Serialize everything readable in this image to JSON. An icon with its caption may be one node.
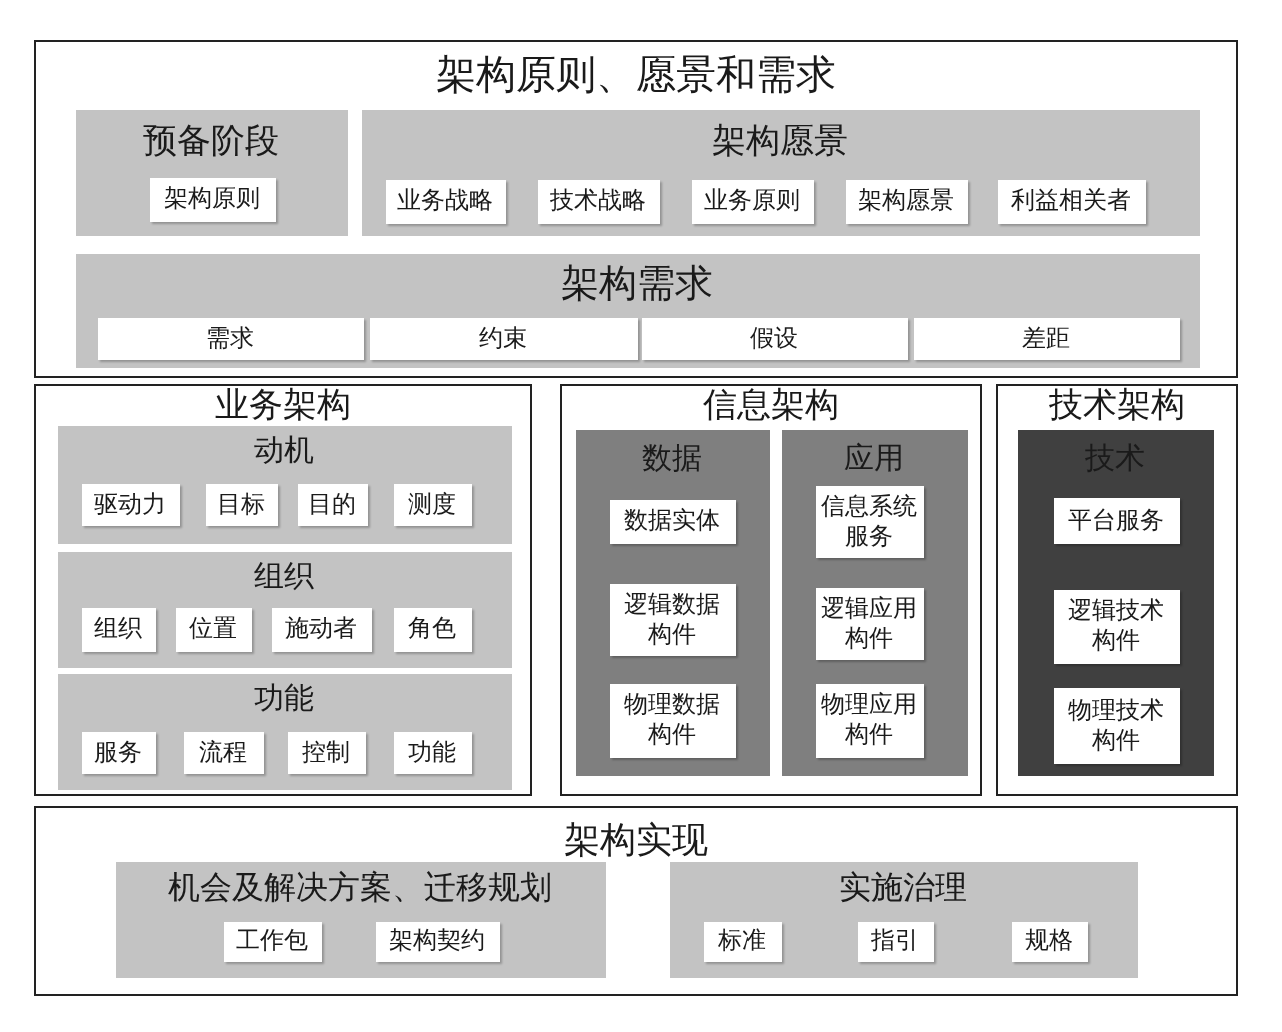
{
  "diagram": {
    "nodes": [
      {
        "text": [
          "架构原则、愿景和需求"
        ]
      },
      {
        "text": [
          "预备阶段"
        ],
        "in": 0
      },
      {
        "text": [
          "架构原则"
        ],
        "in": 1
      },
      {
        "text": [
          "架构愿景"
        ],
        "in": 0
      },
      {
        "text": [
          "业务战略"
        ],
        "in": 3
      },
      {
        "text": [
          "技术战略"
        ],
        "in": 3
      },
      {
        "text": [
          "业务原则"
        ],
        "in": 3
      },
      {
        "text": [
          "架构愿景"
        ],
        "in": 3
      },
      {
        "text": [
          "利益相关者"
        ],
        "in": 3
      },
      {
        "text": [
          "架构需求"
        ],
        "in": 0
      },
      {
        "text": [
          "需求"
        ],
        "in": 9
      },
      {
        "text": [
          "约束"
        ],
        "in": 9
      },
      {
        "text": [
          "假设"
        ],
        "in": 9
      },
      {
        "text": [
          "差距"
        ],
        "in": 9
      },
      {
        "text": [
          "业务架构"
        ]
      },
      {
        "text": [
          "动机"
        ],
        "in": 14
      },
      {
        "text": [
          "驱动力"
        ],
        "in": 15
      },
      {
        "text": [
          "目标"
        ],
        "in": 15
      },
      {
        "text": [
          "目的"
        ],
        "in": 15
      },
      {
        "text": [
          "测度"
        ],
        "in": 15
      },
      {
        "text": [
          "组织"
        ],
        "in": 14
      },
      {
        "text": [
          "组织"
        ],
        "in": 20
      },
      {
        "text": [
          "位置"
        ],
        "in": 20
      },
      {
        "text": [
          "施动者"
        ],
        "in": 20
      },
      {
        "text": [
          "角色"
        ],
        "in": 20
      },
      {
        "text": [
          "功能"
        ],
        "in": 14
      },
      {
        "text": [
          "服务"
        ],
        "in": 25
      },
      {
        "text": [
          "流程"
        ],
        "in": 25
      },
      {
        "text": [
          "控制"
        ],
        "in": 25
      },
      {
        "text": [
          "功能"
        ],
        "in": 25
      },
      {
        "text": [
          "信息架构"
        ]
      },
      {
        "text": [
          "数据"
        ],
        "in": 30
      },
      {
        "text": [
          "数据实体"
        ],
        "in": 31
      },
      {
        "text": [
          "逻辑数据构件"
        ],
        "in": 31
      },
      {
        "text": [
          "物理数据构件"
        ],
        "in": 31
      },
      {
        "text": [
          "应用"
        ],
        "in": 30
      },
      {
        "text": [
          "信息系统服务"
        ],
        "in": 35
      },
      {
        "text": [
          "逻辑应用构件"
        ],
        "in": 35
      },
      {
        "text": [
          "物理应用构件"
        ],
        "in": 35
      },
      {
        "text": [
          "技术架构"
        ]
      },
      {
        "text": [
          "技术"
        ],
        "in": 39
      },
      {
        "text": [
          "平台服务"
        ],
        "in": 40
      },
      {
        "text": [
          "逻辑技术构件"
        ],
        "in": 40
      },
      {
        "text": [
          "物理技术构件"
        ],
        "in": 40
      },
      {
        "text": [
          "架构实现"
        ]
      },
      {
        "text": [
          "机会及解决方案、迁移规划"
        ],
        "in": 44
      },
      {
        "text": [
          "工作包"
        ],
        "in": 45
      },
      {
        "text": [
          "架构契约"
        ],
        "in": 45
      },
      {
        "text": [
          "实施治理"
        ],
        "in": 44
      },
      {
        "text": [
          "标准"
        ],
        "in": 48
      },
      {
        "text": [
          "指引"
        ],
        "in": 48
      },
      {
        "text": [
          "规格"
        ],
        "in": 48
      }
    ]
  }
}
